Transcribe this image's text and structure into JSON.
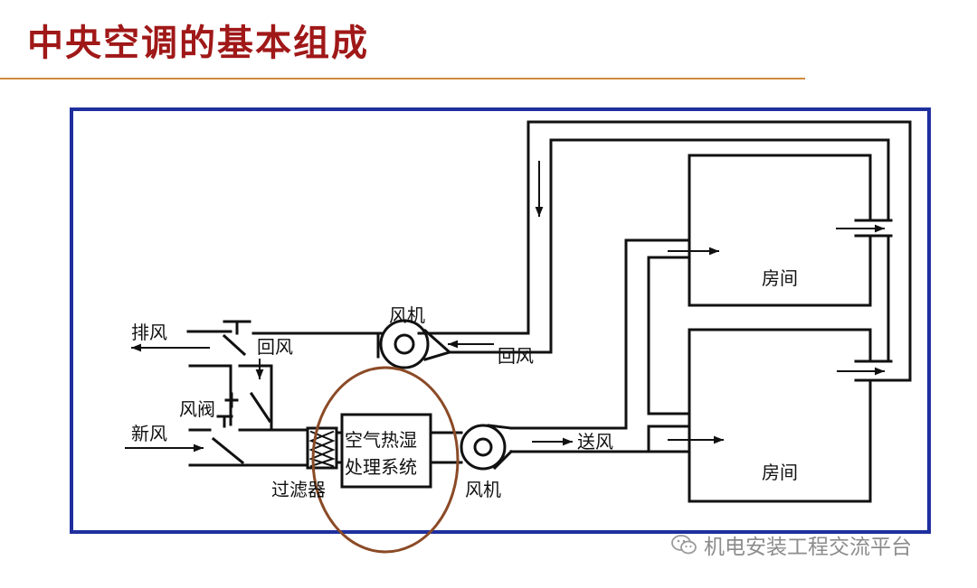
{
  "slide": {
    "title": "中央空调的基本组成"
  },
  "diagram": {
    "labels": {
      "exhaust_air": "排风",
      "return_air_left": "回风",
      "damper": "风阀",
      "fresh_air": "新风",
      "filter": "过滤器",
      "fan_top": "风机",
      "return_air_right": "回风",
      "unit_line1": "空气热湿",
      "unit_line2": "处理系统",
      "fan_bottom": "风机",
      "supply_air": "送风",
      "room_upper": "房间",
      "room_lower": "房间"
    },
    "colors": {
      "frame": "#1f2f9e",
      "highlight": "#8b4a26",
      "line": "#111111"
    }
  },
  "watermark": {
    "icon": "wechat-icon",
    "text": "机电安装工程交流平台"
  }
}
